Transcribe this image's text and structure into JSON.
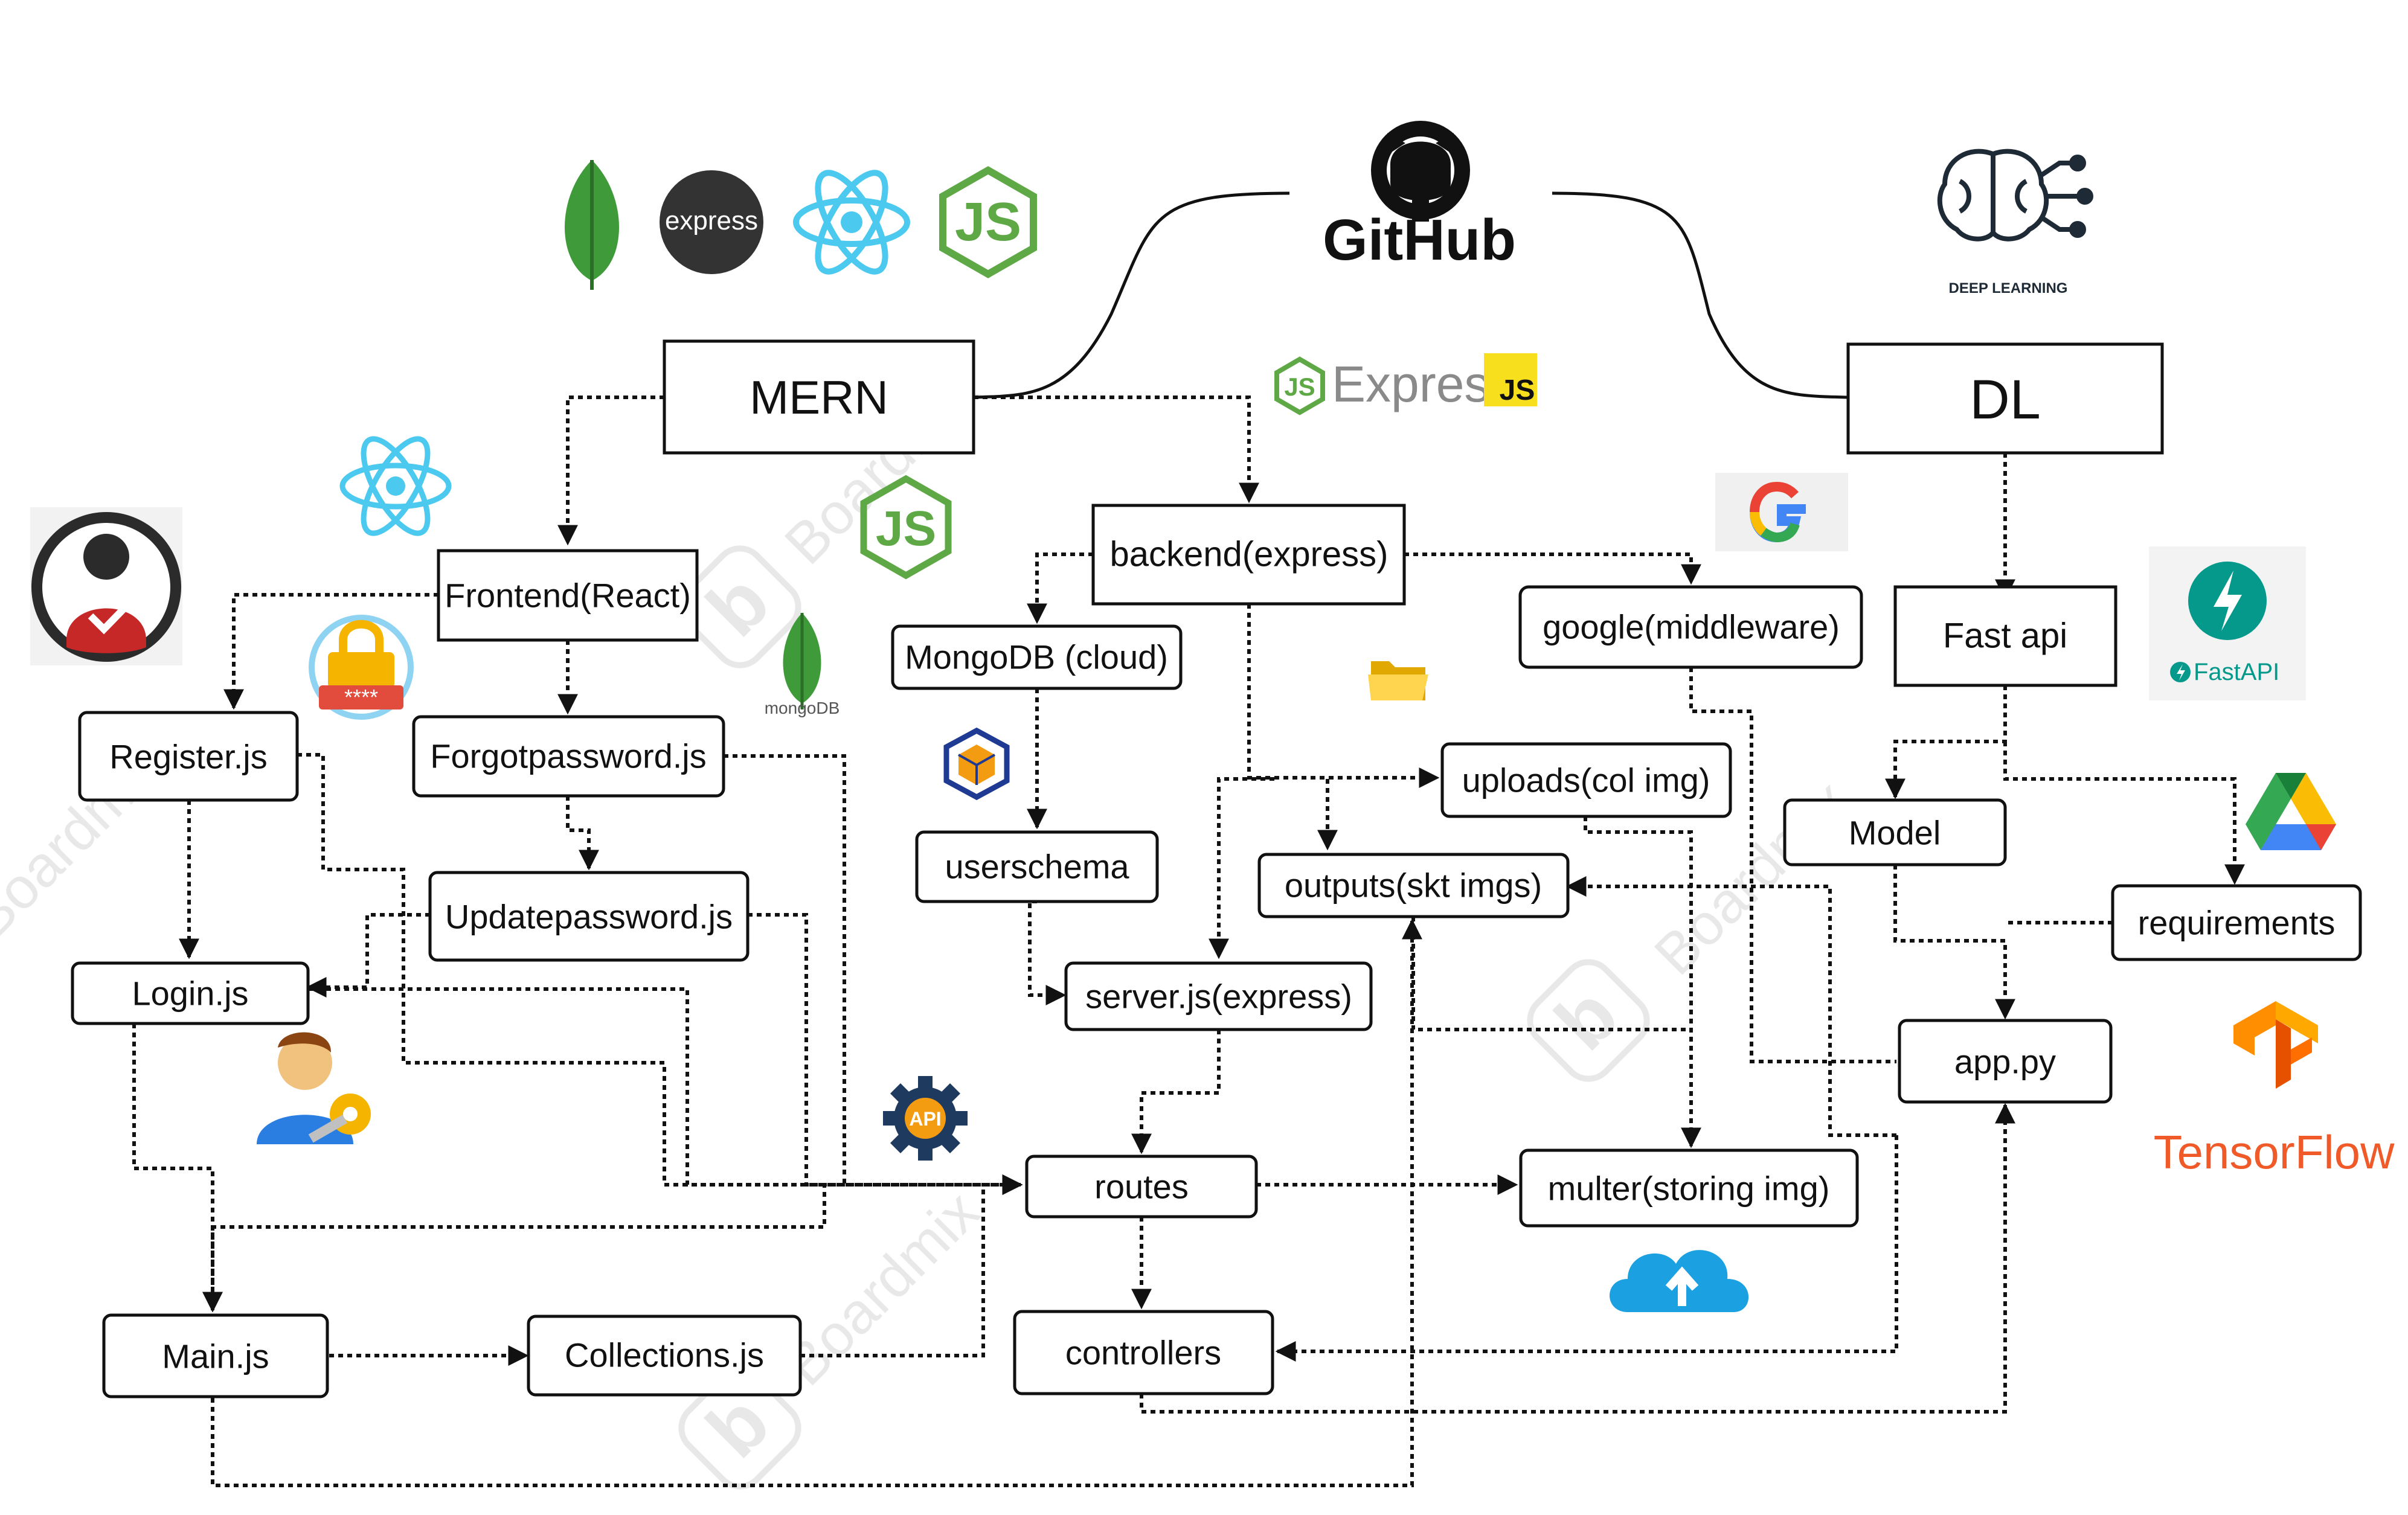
{
  "diagram": {
    "header": {
      "github_label": "GitHub",
      "deep_learning_label": "DEEP LEARNING"
    },
    "nodes": [
      {
        "id": "mern",
        "label": "MERN"
      },
      {
        "id": "dl",
        "label": "DL"
      },
      {
        "id": "frontend",
        "label": "Frontend(React)"
      },
      {
        "id": "backend",
        "label": "backend(express)"
      },
      {
        "id": "google",
        "label": "google(middleware)"
      },
      {
        "id": "fastapi",
        "label": "Fast api"
      },
      {
        "id": "register",
        "label": "Register.js"
      },
      {
        "id": "forgot",
        "label": "Forgotpassword.js"
      },
      {
        "id": "mongodb",
        "label": "MongoDB (cloud)"
      },
      {
        "id": "uploads",
        "label": "uploads(col img)"
      },
      {
        "id": "outputs",
        "label": "outputs(skt imgs)"
      },
      {
        "id": "userschema",
        "label": "userschema"
      },
      {
        "id": "updatepw",
        "label": "Updatepassword.js"
      },
      {
        "id": "login",
        "label": "Login.js"
      },
      {
        "id": "server",
        "label": "server.js(express)"
      },
      {
        "id": "model",
        "label": "Model"
      },
      {
        "id": "requirements",
        "label": "requirements"
      },
      {
        "id": "apppy",
        "label": "app.py"
      },
      {
        "id": "routes",
        "label": "routes"
      },
      {
        "id": "multer",
        "label": "multer(storing img)"
      },
      {
        "id": "mainjs",
        "label": "Main.js"
      },
      {
        "id": "collections",
        "label": "Collections.js"
      },
      {
        "id": "controllers",
        "label": "controllers"
      }
    ],
    "logos": {
      "express_badge": "express",
      "express_wordmark": "Express",
      "js_badge": "JS",
      "mongodb_small": "mongoDB",
      "fastapi_label": "FastAPI",
      "tensorflow_label": "TensorFlow",
      "api_gear_label": "API",
      "password_stars": "****"
    },
    "watermark": "Boardmix",
    "colors": {
      "node_border": "#111111",
      "mongodb_green": "#3f9b3a",
      "react_cyan": "#4cc9ef",
      "node_green": "#5ea945",
      "express_dark": "#333333",
      "fastapi_teal": "#05998b",
      "tensorflow_orange": "#f58220",
      "google_blue": "#4285f4",
      "google_red": "#ea4335",
      "google_yellow": "#fbbc05",
      "google_green": "#34a853",
      "cloud_blue": "#1ba1e2",
      "watermark_gray": "#e6e6e6"
    }
  }
}
